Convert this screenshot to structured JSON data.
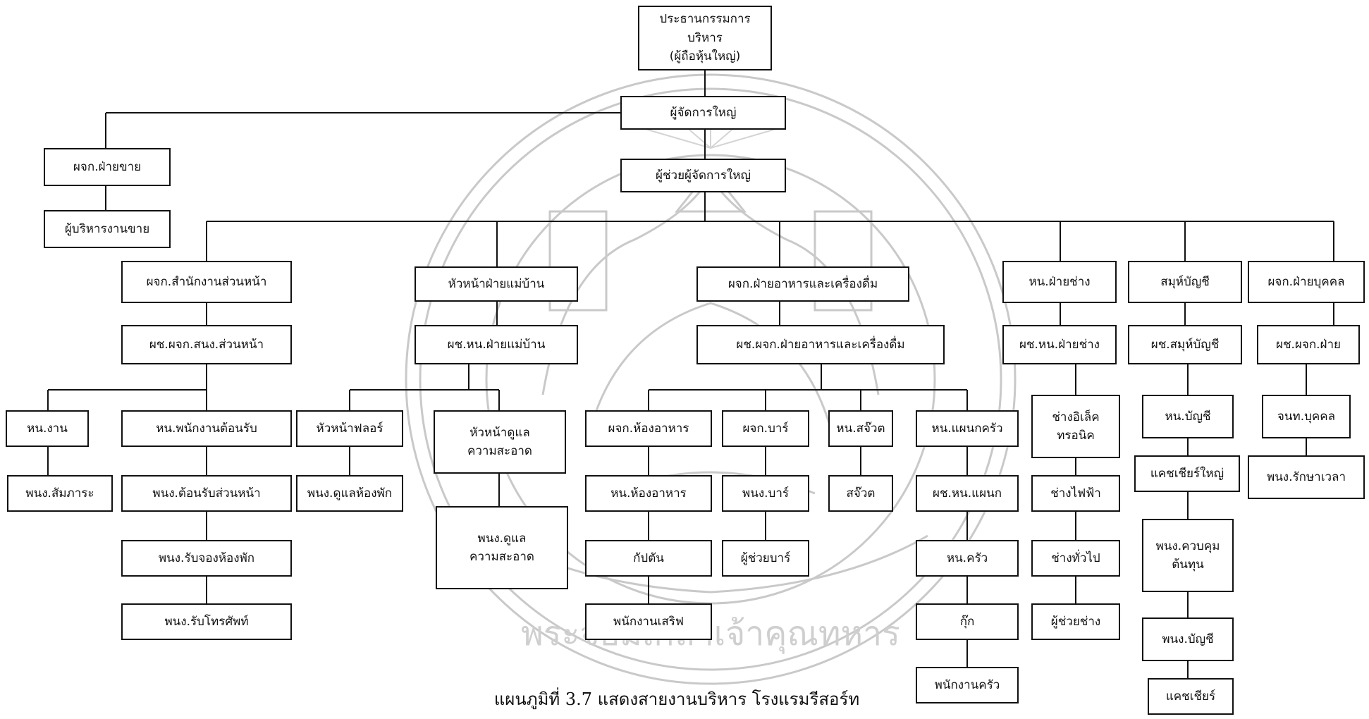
{
  "caption": "แผนภูมิที่ 3.7 แสดงสายงานบริหาร โรงแรมรีสอร์ท",
  "watermark_text": "พระจอมเกล้าเจ้าคุณทหาร",
  "nodes": {
    "chairman": [
      "ประธานกรรมการบริหาร",
      "(ผู้ถือหุ้นใหญ่)"
    ],
    "gm": [
      "ผู้จัดการใหญ่"
    ],
    "agm": [
      "ผู้ช่วยผู้จัดการใหญ่"
    ],
    "sales_mgr": [
      "ผจก.ฝ่ายขาย"
    ],
    "sales_exec": [
      "ผู้บริหารงานขาย"
    ],
    "fo_mgr": [
      "ผจก.สำนักงานส่วนหน้า"
    ],
    "fo_asst": [
      "ผช.ผจก.สนง.ส่วนหน้า"
    ],
    "hn_work": [
      "หน.งาน"
    ],
    "bell": [
      "พนง.สัมภาระ"
    ],
    "hn_recep": [
      "หน.พนักงานต้อนรับ"
    ],
    "recep": [
      "พนง.ต้อนรับส่วนหน้า"
    ],
    "reserv": [
      "พนง.รับจองห้องพัก"
    ],
    "phone": [
      "พนง.รับโทรศัพท์"
    ],
    "hk_head": [
      "หัวหน้าฝ่ายแม่บ้าน"
    ],
    "hk_asst": [
      "ผช.หน.ฝ่ายแม่บ้าน"
    ],
    "floor_head": [
      "หัวหน้าฟลอร์"
    ],
    "room_att": [
      "พนง.ดูแลห้องพัก"
    ],
    "clean_head": [
      "หัวหน้าดูแล",
      "ความสะอาด"
    ],
    "clean_staff": [
      "พนง.ดูแล",
      "ความสะอาด"
    ],
    "fb_mgr": [
      "ผจก.ฝ่ายอาหารและเครื่องดื่ม"
    ],
    "fb_asst": [
      "ผช.ผจก.ฝ่ายอาหารและเครื่องดื่ม"
    ],
    "rest_mgr": [
      "ผจก.ห้องอาหาร"
    ],
    "rest_head": [
      "หน.ห้องอาหาร"
    ],
    "captain": [
      "กัปตัน"
    ],
    "waiter": [
      "พนักงานเสริฟ"
    ],
    "bar_mgr": [
      "ผจก.บาร์"
    ],
    "barman": [
      "พนง.บาร์"
    ],
    "bar_asst": [
      "ผู้ช่วยบาร์"
    ],
    "steward_head": [
      "หน.สจ๊วต"
    ],
    "steward": [
      "สจ๊วต"
    ],
    "kitchen_head": [
      "หน.แผนกครัว"
    ],
    "kitchen_asst": [
      "ผช.หน.แผนก"
    ],
    "chef_head": [
      "หน.ครัว"
    ],
    "cook": [
      "กุ๊ก"
    ],
    "kitchen_staff": [
      "พนักงานครัว"
    ],
    "eng_head": [
      "หน.ฝ่ายช่าง"
    ],
    "eng_asst": [
      "ผช.หน.ฝ่ายช่าง"
    ],
    "electronic": [
      "ช่างอิเล็ค",
      "ทรอนิค"
    ],
    "electric": [
      "ช่างไฟฟ้า"
    ],
    "general_tech": [
      "ช่างทั่วไป"
    ],
    "tech_asst": [
      "ผู้ช่วยช่าง"
    ],
    "acct_head": [
      "สมุห์บัญชี"
    ],
    "acct_asst": [
      "ผช.สมุห์บัญชี"
    ],
    "acct_chief": [
      "หน.บัญชี"
    ],
    "head_cashier": [
      "แคชเชียร์ใหญ่"
    ],
    "cost_ctrl": [
      "พนง.ควบคุม",
      "ต้นทุน"
    ],
    "acct_staff": [
      "พนง.บัญชี"
    ],
    "cashier": [
      "แคชเชียร์"
    ],
    "hr_mgr": [
      "ผจก.ฝ่ายบุคคล"
    ],
    "hr_asst": [
      "ผช.ผจก.ฝ่าย"
    ],
    "hr_officer": [
      "จนท.บุคคล"
    ],
    "timekeeper": [
      "พนง.รักษาเวลา"
    ]
  }
}
